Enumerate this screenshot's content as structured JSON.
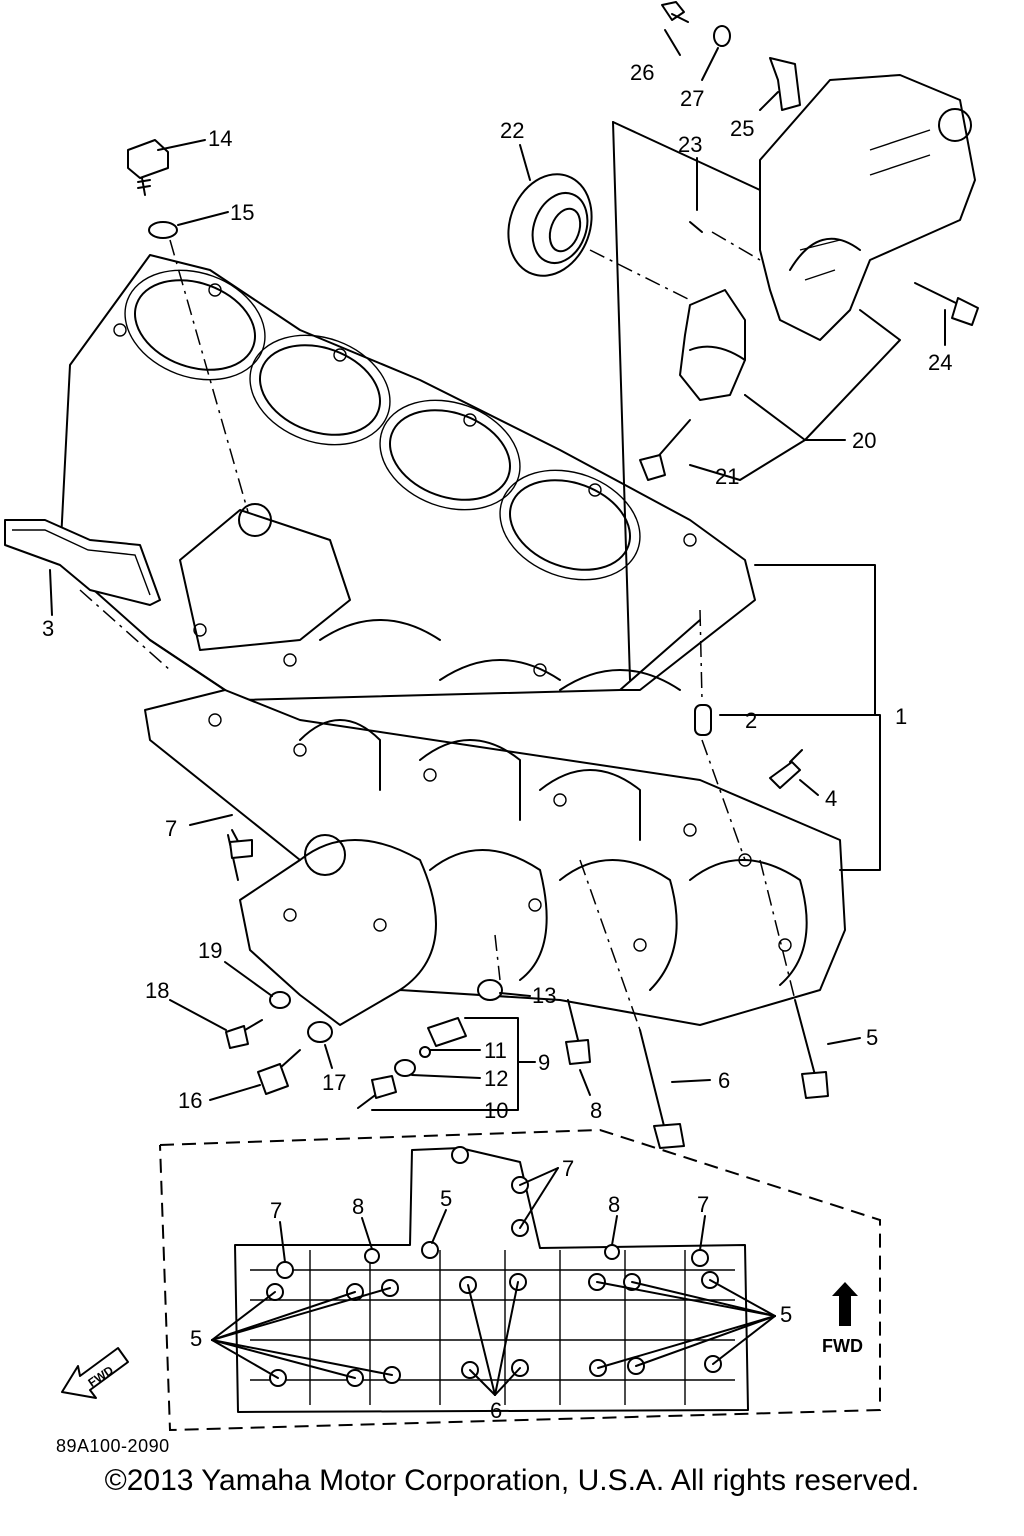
{
  "diagram": {
    "part_labels": [
      {
        "id": "1",
        "text": "1"
      },
      {
        "id": "2",
        "text": "2"
      },
      {
        "id": "3",
        "text": "3"
      },
      {
        "id": "4",
        "text": "4"
      },
      {
        "id": "5",
        "text": "5"
      },
      {
        "id": "6",
        "text": "6"
      },
      {
        "id": "7",
        "text": "7"
      },
      {
        "id": "8",
        "text": "8"
      },
      {
        "id": "9",
        "text": "9"
      },
      {
        "id": "10",
        "text": "10"
      },
      {
        "id": "11",
        "text": "11"
      },
      {
        "id": "12",
        "text": "12"
      },
      {
        "id": "13",
        "text": "13"
      },
      {
        "id": "14",
        "text": "14"
      },
      {
        "id": "15",
        "text": "15"
      },
      {
        "id": "16",
        "text": "16"
      },
      {
        "id": "17",
        "text": "17"
      },
      {
        "id": "18",
        "text": "18"
      },
      {
        "id": "19",
        "text": "19"
      },
      {
        "id": "20",
        "text": "20"
      },
      {
        "id": "21",
        "text": "21"
      },
      {
        "id": "22",
        "text": "22"
      },
      {
        "id": "23",
        "text": "23"
      },
      {
        "id": "24",
        "text": "24"
      },
      {
        "id": "25",
        "text": "25"
      },
      {
        "id": "26",
        "text": "26"
      },
      {
        "id": "27",
        "text": "27"
      }
    ],
    "inset": {
      "labels": [
        "7",
        "8",
        "5",
        "7",
        "8",
        "7",
        "5",
        "5",
        "6"
      ],
      "fwd_label": "FWD",
      "fwd_arrow_label": "FWD"
    },
    "figure_code": "89A100-2090",
    "copyright": "©2013 Yamaha Motor Corporation, U.S.A. All rights reserved."
  }
}
